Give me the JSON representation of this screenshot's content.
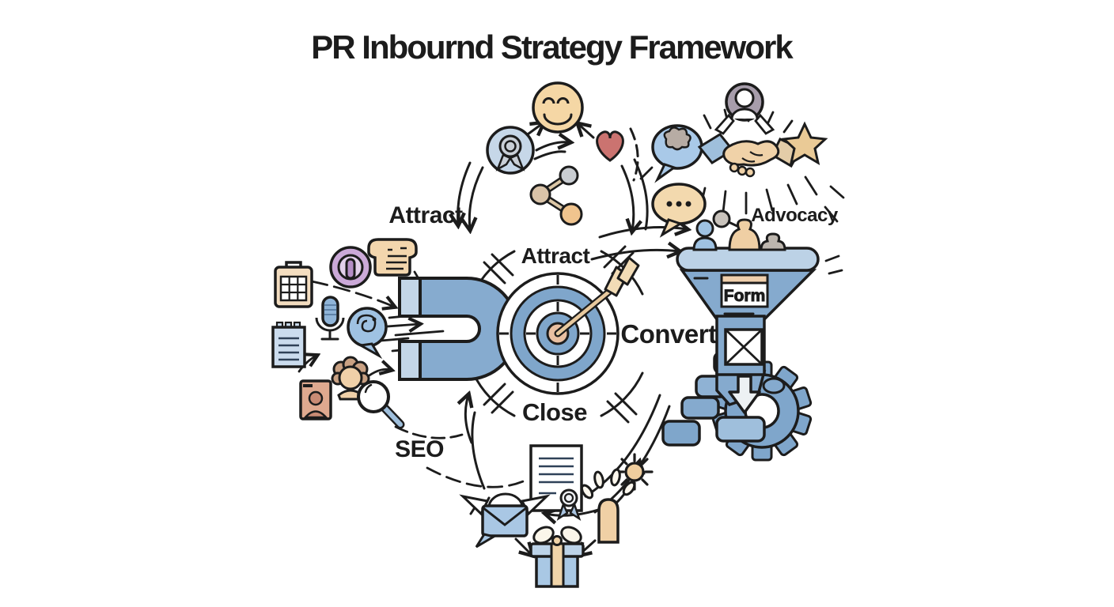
{
  "title": "PR Inbournd Strategy Framework",
  "stage_labels": {
    "attract_outer": "Attract",
    "attract_center": "Attract",
    "convert": "Convert",
    "close": "Close",
    "seo": "SEO",
    "advocacy": "Advocacy"
  },
  "funnel": {
    "form_label": "Form"
  },
  "palette": {
    "ink": "#1c1c1c",
    "blue": "#84a9cd",
    "blue_mid": "#9fc0e0",
    "blue_light": "#bfd3e6",
    "tan": "#f1d4a9",
    "tan_dark": "#e2c9a3",
    "purple": "#c9abd6",
    "grey_purple": "#a79dab",
    "red": "#cb7370",
    "salmon": "#dfa98f",
    "grey": "#c8cdd3",
    "white": "#ffffff"
  },
  "icon_names": [
    "smiley-face-icon",
    "award-badge-icon",
    "heart-icon",
    "share-icon",
    "thumbs-bubble-icon",
    "user-circle-icon",
    "handshake-icon",
    "star-icon",
    "chat-dots-bubble-icon",
    "calendar-icon",
    "podcast-icon",
    "press-release-icon",
    "microphone-icon",
    "voice-bubble-icon",
    "document-icon",
    "id-card-icon",
    "audience-person-icon",
    "magnifier-icon",
    "magnet-icon",
    "target-arrow-icon",
    "funnel-icon",
    "form-field-icon",
    "envelope-icon",
    "leads-people-icon",
    "gear-icon",
    "process-steps-icon",
    "download-arrow-icon",
    "certificate-icon",
    "spark-icon",
    "open-envelope-icon",
    "celebration-hand-icon",
    "gift-icon"
  ]
}
